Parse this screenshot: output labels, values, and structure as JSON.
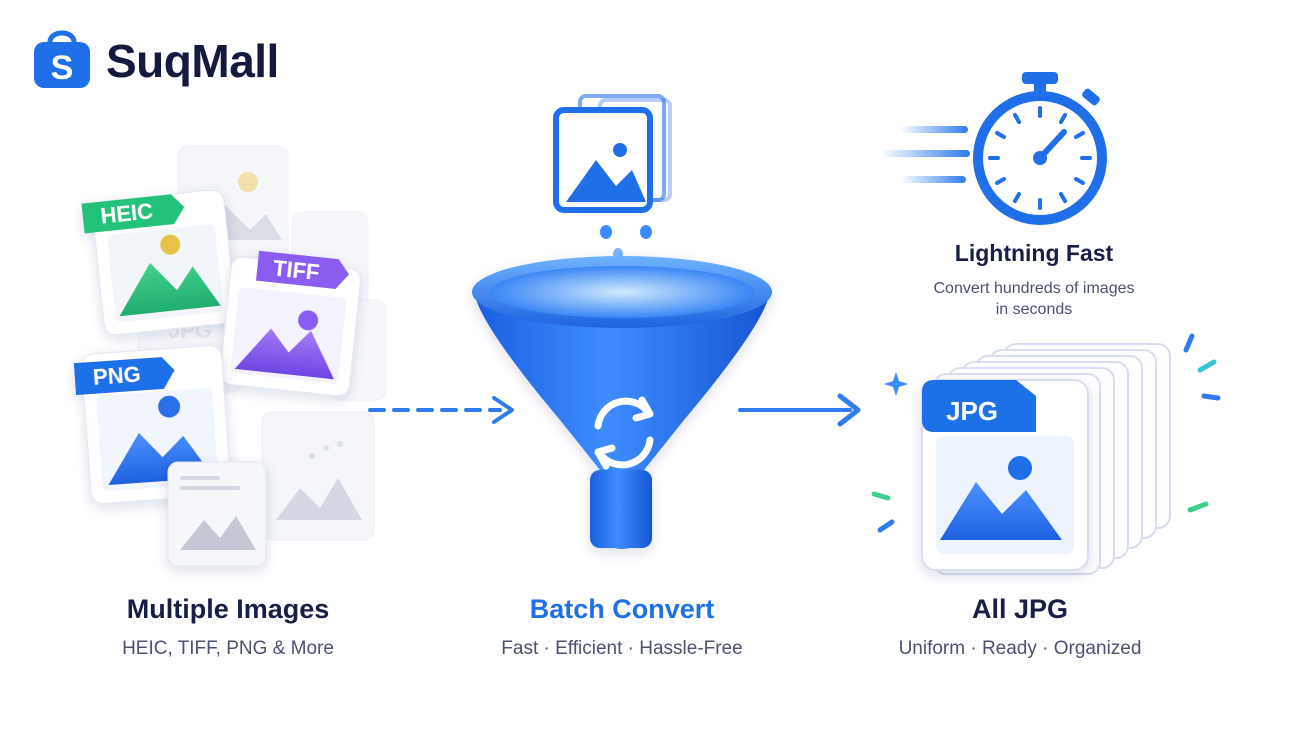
{
  "brand": {
    "name": "SuqMall",
    "icon_letter": "S"
  },
  "formats": {
    "heic": "HEIC",
    "tiff": "TIFF",
    "png": "PNG",
    "faded": "JPG",
    "output": "JPG"
  },
  "sections": {
    "input": {
      "title": "Multiple Images",
      "subtitle": "HEIC, TIFF, PNG & More"
    },
    "convert": {
      "title": "Batch Convert",
      "subtitle": "Fast · Efficient · Hassle-Free"
    },
    "output": {
      "title": "All JPG",
      "subtitle": "Uniform · Ready · Organized"
    }
  },
  "speed": {
    "title": "Lightning Fast",
    "subtitle_line1": "Convert hundreds of images",
    "subtitle_line2": "in seconds"
  },
  "colors": {
    "brand_blue": "#1f6fe8",
    "heic_green": "#22c27a",
    "tiff_purple": "#8a5cf0",
    "png_blue": "#1f6fe8",
    "title_dark": "#171f47",
    "accent_text": "#1f6fe8"
  },
  "icons": [
    "shopping-bag-logo-icon",
    "funnel-icon",
    "refresh-icon",
    "stopwatch-icon",
    "image-stack-icon",
    "arrow-right-icon",
    "sparkle-icon"
  ]
}
